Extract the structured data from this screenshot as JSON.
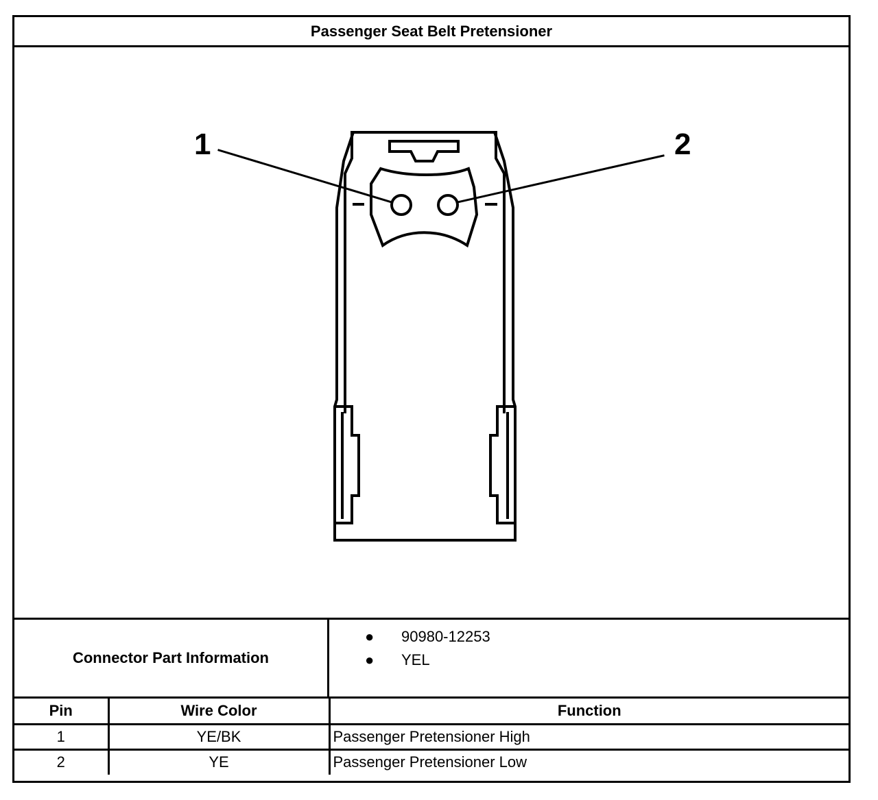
{
  "title": "Passenger Seat Belt Pretensioner",
  "diagram": {
    "callouts": [
      "1",
      "2"
    ]
  },
  "connector_info": {
    "label": "Connector Part Information",
    "items": [
      "90980-12253",
      "YEL"
    ]
  },
  "pin_table": {
    "headers": {
      "pin": "Pin",
      "wire_color": "Wire Color",
      "function": "Function"
    },
    "rows": [
      {
        "pin": "1",
        "wire_color": "YE/BK",
        "function": "Passenger Pretensioner High"
      },
      {
        "pin": "2",
        "wire_color": "YE",
        "function": "Passenger Pretensioner Low"
      }
    ]
  }
}
